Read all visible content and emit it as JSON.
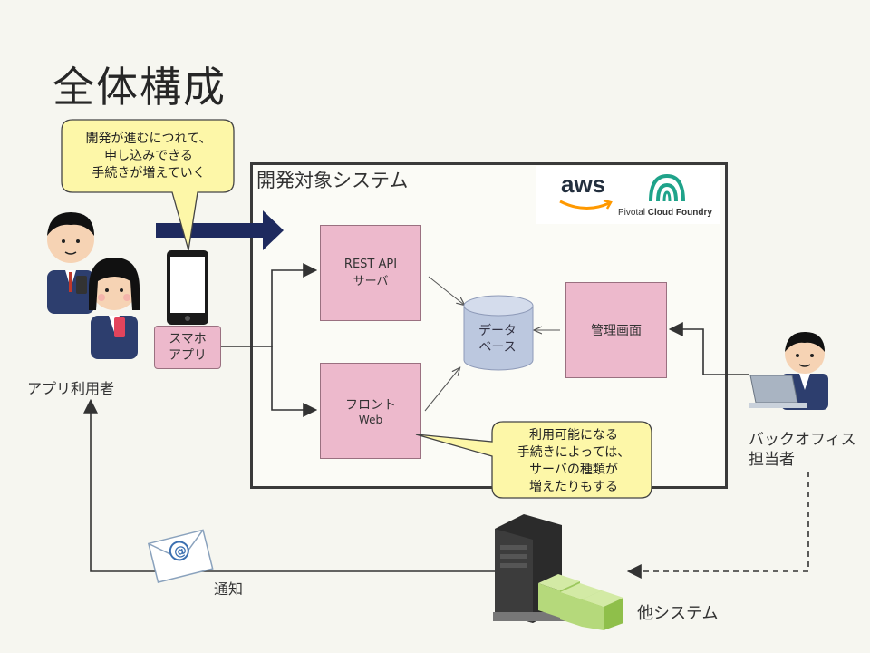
{
  "title": "全体構成",
  "system_label": "開発対象システム",
  "bubble_top": [
    "開発が進むにつれて、",
    "申し込みできる",
    "手続きが増えていく"
  ],
  "bubble_bottom": [
    "利用可能になる",
    "手続きによっては、",
    "サーバの種類が",
    "増えたりもする"
  ],
  "rest_api": {
    "line1": "REST API",
    "line2": "サーバ"
  },
  "front": {
    "line1": "フロント",
    "line2": "Web"
  },
  "database": {
    "line1": "データ",
    "line2": "ベース"
  },
  "admin": "管理画面",
  "phone_app": {
    "line1": "スマホ",
    "line2": "アプリ"
  },
  "app_users": "アプリ利用者",
  "back_office": {
    "line1": "バックオフィス",
    "line2": "担当者"
  },
  "notify": "通知",
  "other_system": "他システム",
  "aws_logo": "aws",
  "pcf_logo": {
    "light": "Pivotal",
    "bold": "Cloud Foundry"
  },
  "colors": {
    "box": "#edb9cc",
    "bubble": "#fdf7a8",
    "arrow_blue": "#1e2a5e",
    "pcf_green": "#1fa38a",
    "aws_orange": "#ff9900"
  }
}
